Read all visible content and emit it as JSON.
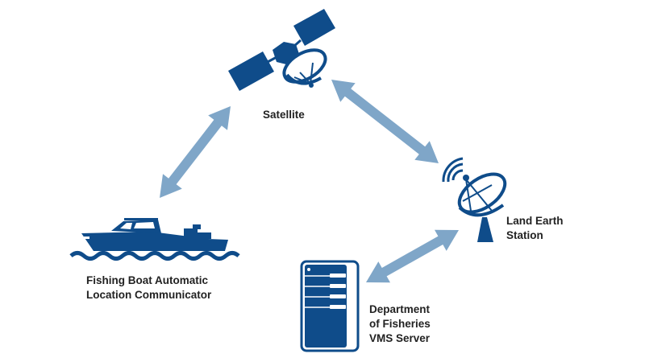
{
  "colors": {
    "icon": "#0f4c8a",
    "arrow": "#7fa6c8",
    "text": "#222222",
    "background": "#ffffff"
  },
  "nodes": {
    "satellite": {
      "label": "Satellite",
      "icon": "satellite-icon"
    },
    "boat": {
      "label_line1": "Fishing Boat Automatic",
      "label_line2": "Location Communicator",
      "icon": "fishing-boat-icon"
    },
    "station": {
      "label_line1": "Land Earth",
      "label_line2": "Station",
      "icon": "satellite-dish-icon"
    },
    "server": {
      "label_line1": "Department",
      "label_line2": "of Fisheries",
      "label_line3": "VMS Server",
      "icon": "server-icon"
    }
  },
  "links": [
    {
      "from": "boat",
      "to": "satellite",
      "direction": "bidirectional"
    },
    {
      "from": "satellite",
      "to": "station",
      "direction": "bidirectional"
    },
    {
      "from": "server",
      "to": "station",
      "direction": "bidirectional"
    }
  ]
}
